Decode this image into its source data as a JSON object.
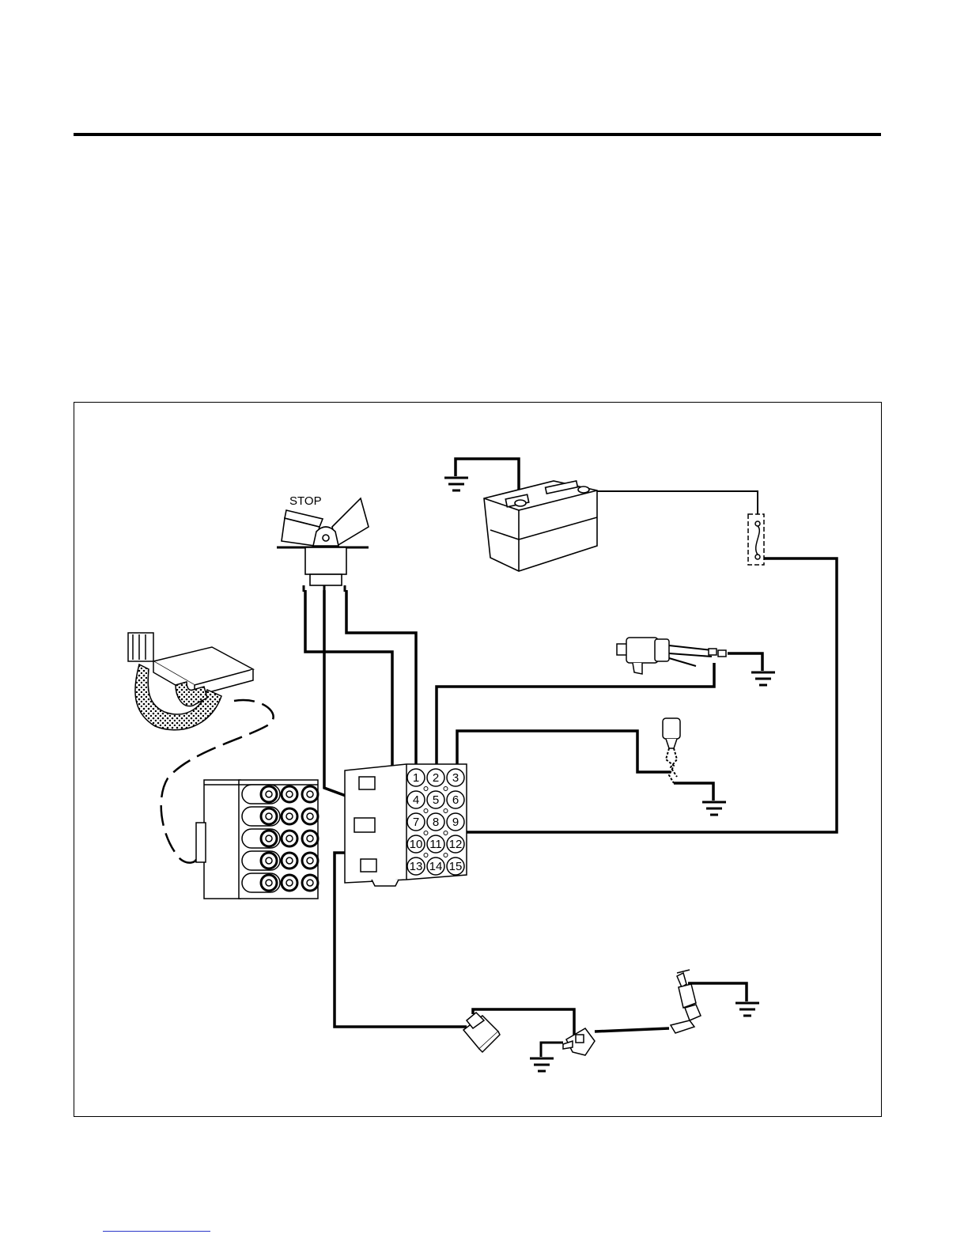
{
  "diagram": {
    "switch_label": "STOP",
    "connector_pins": [
      "1",
      "2",
      "3",
      "4",
      "5",
      "6",
      "7",
      "8",
      "9",
      "10",
      "11",
      "12",
      "13",
      "14",
      "15"
    ]
  },
  "colors": {
    "line": "#000000",
    "background": "#ffffff",
    "footer_rule": "#2a37c9"
  }
}
